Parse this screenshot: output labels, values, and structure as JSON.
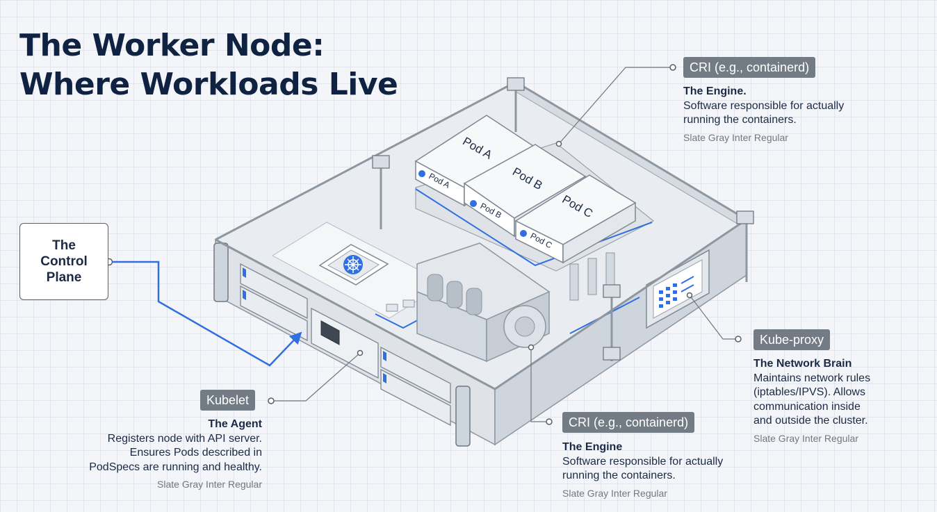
{
  "title": {
    "line1": "The Worker Node:",
    "line2": "Where Workloads Live"
  },
  "control_plane": {
    "label": "The Control Plane"
  },
  "pods": [
    {
      "top_label": "Pod A",
      "badge": "Pod A"
    },
    {
      "top_label": "Pod B",
      "badge": "Pod B"
    },
    {
      "top_label": "Pod C",
      "badge": "Pod C"
    }
  ],
  "annotations": {
    "cri_top": {
      "tag": "CRI (e.g., containerd)",
      "heading": "The Engine.",
      "lines": [
        "Software responsible for actually",
        "running the containers."
      ],
      "sub": "Slate Gray Inter Regular"
    },
    "cri_bottom": {
      "tag": "CRI (e.g., containerd)",
      "heading": "The Engine",
      "lines": [
        "Software responsible for actually",
        "running the containers."
      ],
      "sub": "Slate Gray Inter Regular"
    },
    "kubelet": {
      "tag": "Kubelet",
      "heading": "The Agent",
      "lines": [
        "Registers node with API server.",
        "Ensures Pods described in",
        "PodSpecs are running and healthy."
      ],
      "sub": "Slate Gray Inter Regular"
    },
    "kube_proxy": {
      "tag": "Kube-proxy",
      "heading": "The Network Brain",
      "lines": [
        "Maintains network rules",
        "(iptables/IPVS). Allows",
        "communication inside",
        "and outside the cluster."
      ],
      "sub": "Slate Gray Inter Regular"
    }
  },
  "icons": {
    "chip": "kubernetes-chip-icon",
    "engine": "container-engine-icon",
    "network": "network-shuffle-icon",
    "pod_badge": "kubernetes-wheel-icon"
  },
  "colors": {
    "title": "#0f2242",
    "accent_blue": "#2f6fe0",
    "tag_bg": "#737b85",
    "sub_text": "#707883",
    "frame": "#8e96a0"
  }
}
